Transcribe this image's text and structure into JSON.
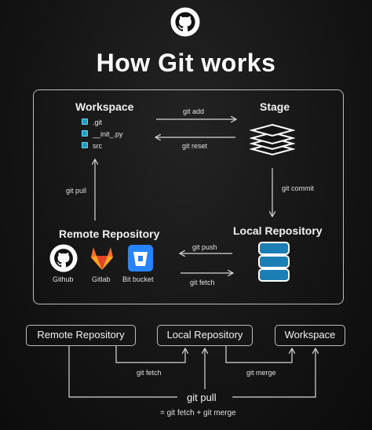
{
  "title": "How Git works",
  "workspace": {
    "heading": "Workspace",
    "files": [
      ".git",
      "__init_.py",
      "src"
    ]
  },
  "stage": {
    "heading": "Stage"
  },
  "remote": {
    "heading": "Remote Repository",
    "providers": [
      "Github",
      "Gitlab",
      "Bit bucket"
    ]
  },
  "local": {
    "heading": "Local Repository"
  },
  "commands": {
    "git_add": "git add",
    "git_reset": "git reset",
    "git_commit": "git commit",
    "git_push": "git push",
    "git_fetch": "git fetch",
    "git_pull": "git pull"
  },
  "bottom": {
    "remote_box": "Remote Repository",
    "local_box": "Local Repository",
    "workspace_box": "Workspace",
    "git_fetch": "git fetch",
    "git_merge": "git merge",
    "git_pull": "git pull",
    "equation": "= git fetch + git merge"
  },
  "colors": {
    "github": "#ffffff",
    "gitlab": "#e24329",
    "bitbucket": "#2684ff",
    "database": "#1b7fb5",
    "file_icon": "#1f9ec4"
  }
}
